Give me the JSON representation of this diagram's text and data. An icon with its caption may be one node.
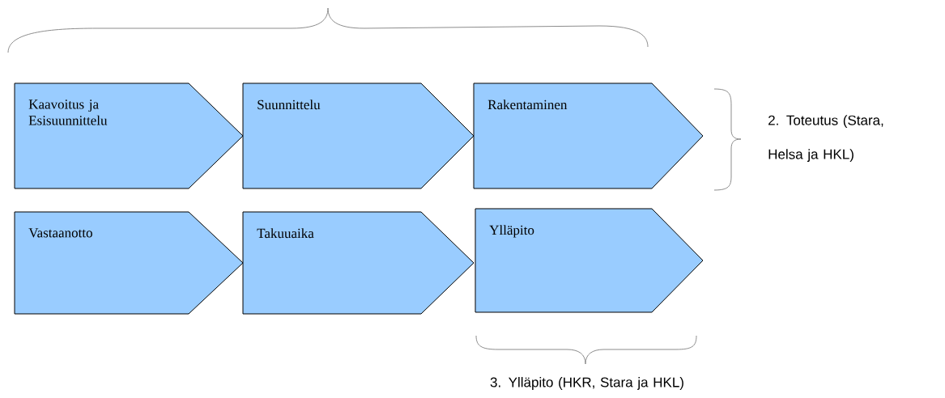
{
  "diagram": {
    "nodes": [
      {
        "text": [
          "Kaavoitus ja Esisuunnittelu"
        ]
      },
      {
        "text": [
          "Suunnittelu"
        ]
      },
      {
        "text": [
          "Rakentaminen"
        ]
      },
      {
        "text": [
          "Vastaanotto"
        ]
      },
      {
        "text": [
          "Takuuaika"
        ]
      },
      {
        "text": [
          "Ylläpito"
        ]
      }
    ],
    "edges": [],
    "labels": [
      "2. Toteutus (Stara, Helsa ja HKL)",
      "3. Ylläpito (HKR, Stara ja HKL)"
    ]
  }
}
